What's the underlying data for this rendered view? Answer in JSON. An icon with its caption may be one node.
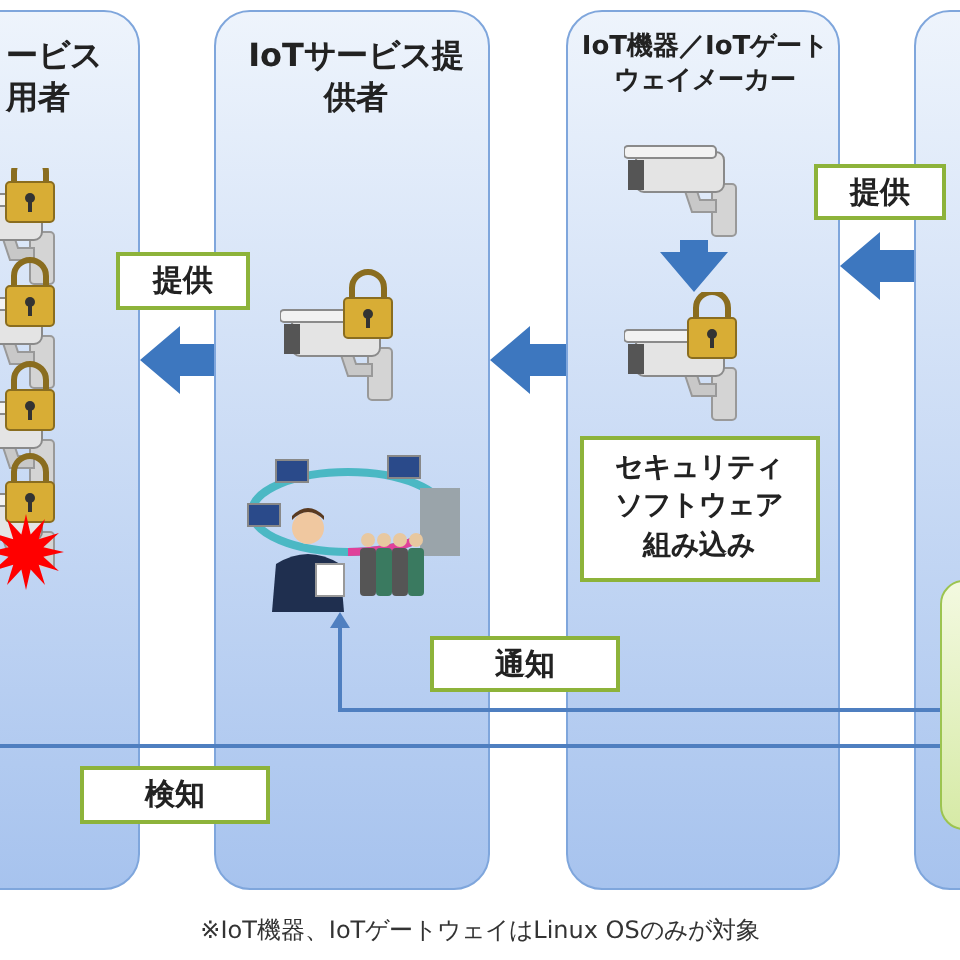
{
  "diagram": {
    "nodes": [
      {
        "text": [
          "ービス用者"
        ]
      },
      {
        "text": [
          "IoTサービス提供者"
        ]
      },
      {
        "text": [],
        "shape": "picture",
        "in": 1
      },
      {
        "text": [],
        "shape": "picture",
        "in": 1
      },
      {
        "text": [
          "IoT機器／IoTゲートウェイメーカー"
        ]
      },
      {
        "text": [],
        "shape": "picture",
        "in": 4
      },
      {
        "text": [],
        "shape": "picture",
        "in": 4
      },
      {
        "text": [
          "セキュリティソフトウェア組み込み"
        ],
        "in": 4
      },
      {
        "text": [],
        "shape": "box"
      },
      {
        "text": [],
        "shape": "box",
        "in": 8
      }
    ],
    "edges": [
      {
        "from": 8,
        "to": 4,
        "arrow": "to",
        "label": "提供",
        "style": "thick"
      },
      {
        "from": 4,
        "to": 1,
        "arrow": "to",
        "style": "thick"
      },
      {
        "from": 1,
        "to": 0,
        "arrow": "to",
        "label": "提供",
        "style": "thick"
      },
      {
        "from": 5,
        "to": 6,
        "arrow": "to",
        "style": "thick"
      },
      {
        "from": 9,
        "to": 3,
        "arrow": "to",
        "label": "通知"
      },
      {
        "from": 0,
        "to": 9,
        "arrow": "none",
        "label": "検知"
      }
    ],
    "labels": [
      "※IoT機器、IoTゲートウェイはLinux OSのみが対象"
    ]
  }
}
